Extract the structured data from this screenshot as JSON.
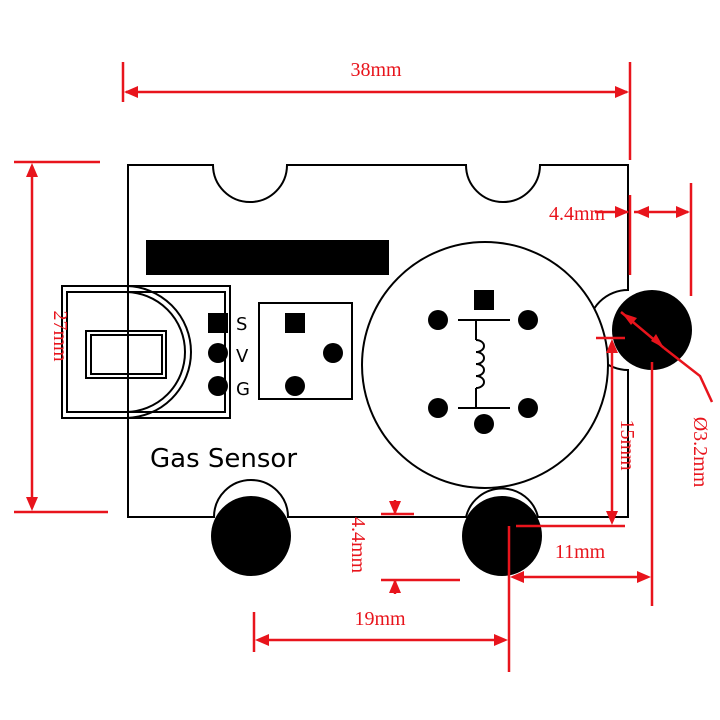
{
  "board": {
    "label": "Gas Sensor",
    "pins": [
      "S",
      "V",
      "G"
    ]
  },
  "dimensions": {
    "width": "38mm",
    "height": "27mm",
    "notch_offset": "4.4mm",
    "hole_offset": "4.4mm",
    "hole_spacing": "19mm",
    "hole_diameter": "Ø3.2mm",
    "side_hole_vertical": "15mm",
    "side_hole_horizontal": "11mm"
  },
  "colors": {
    "dimension": "#e8141c",
    "board_outline": "#000000",
    "fill": "#000000"
  }
}
